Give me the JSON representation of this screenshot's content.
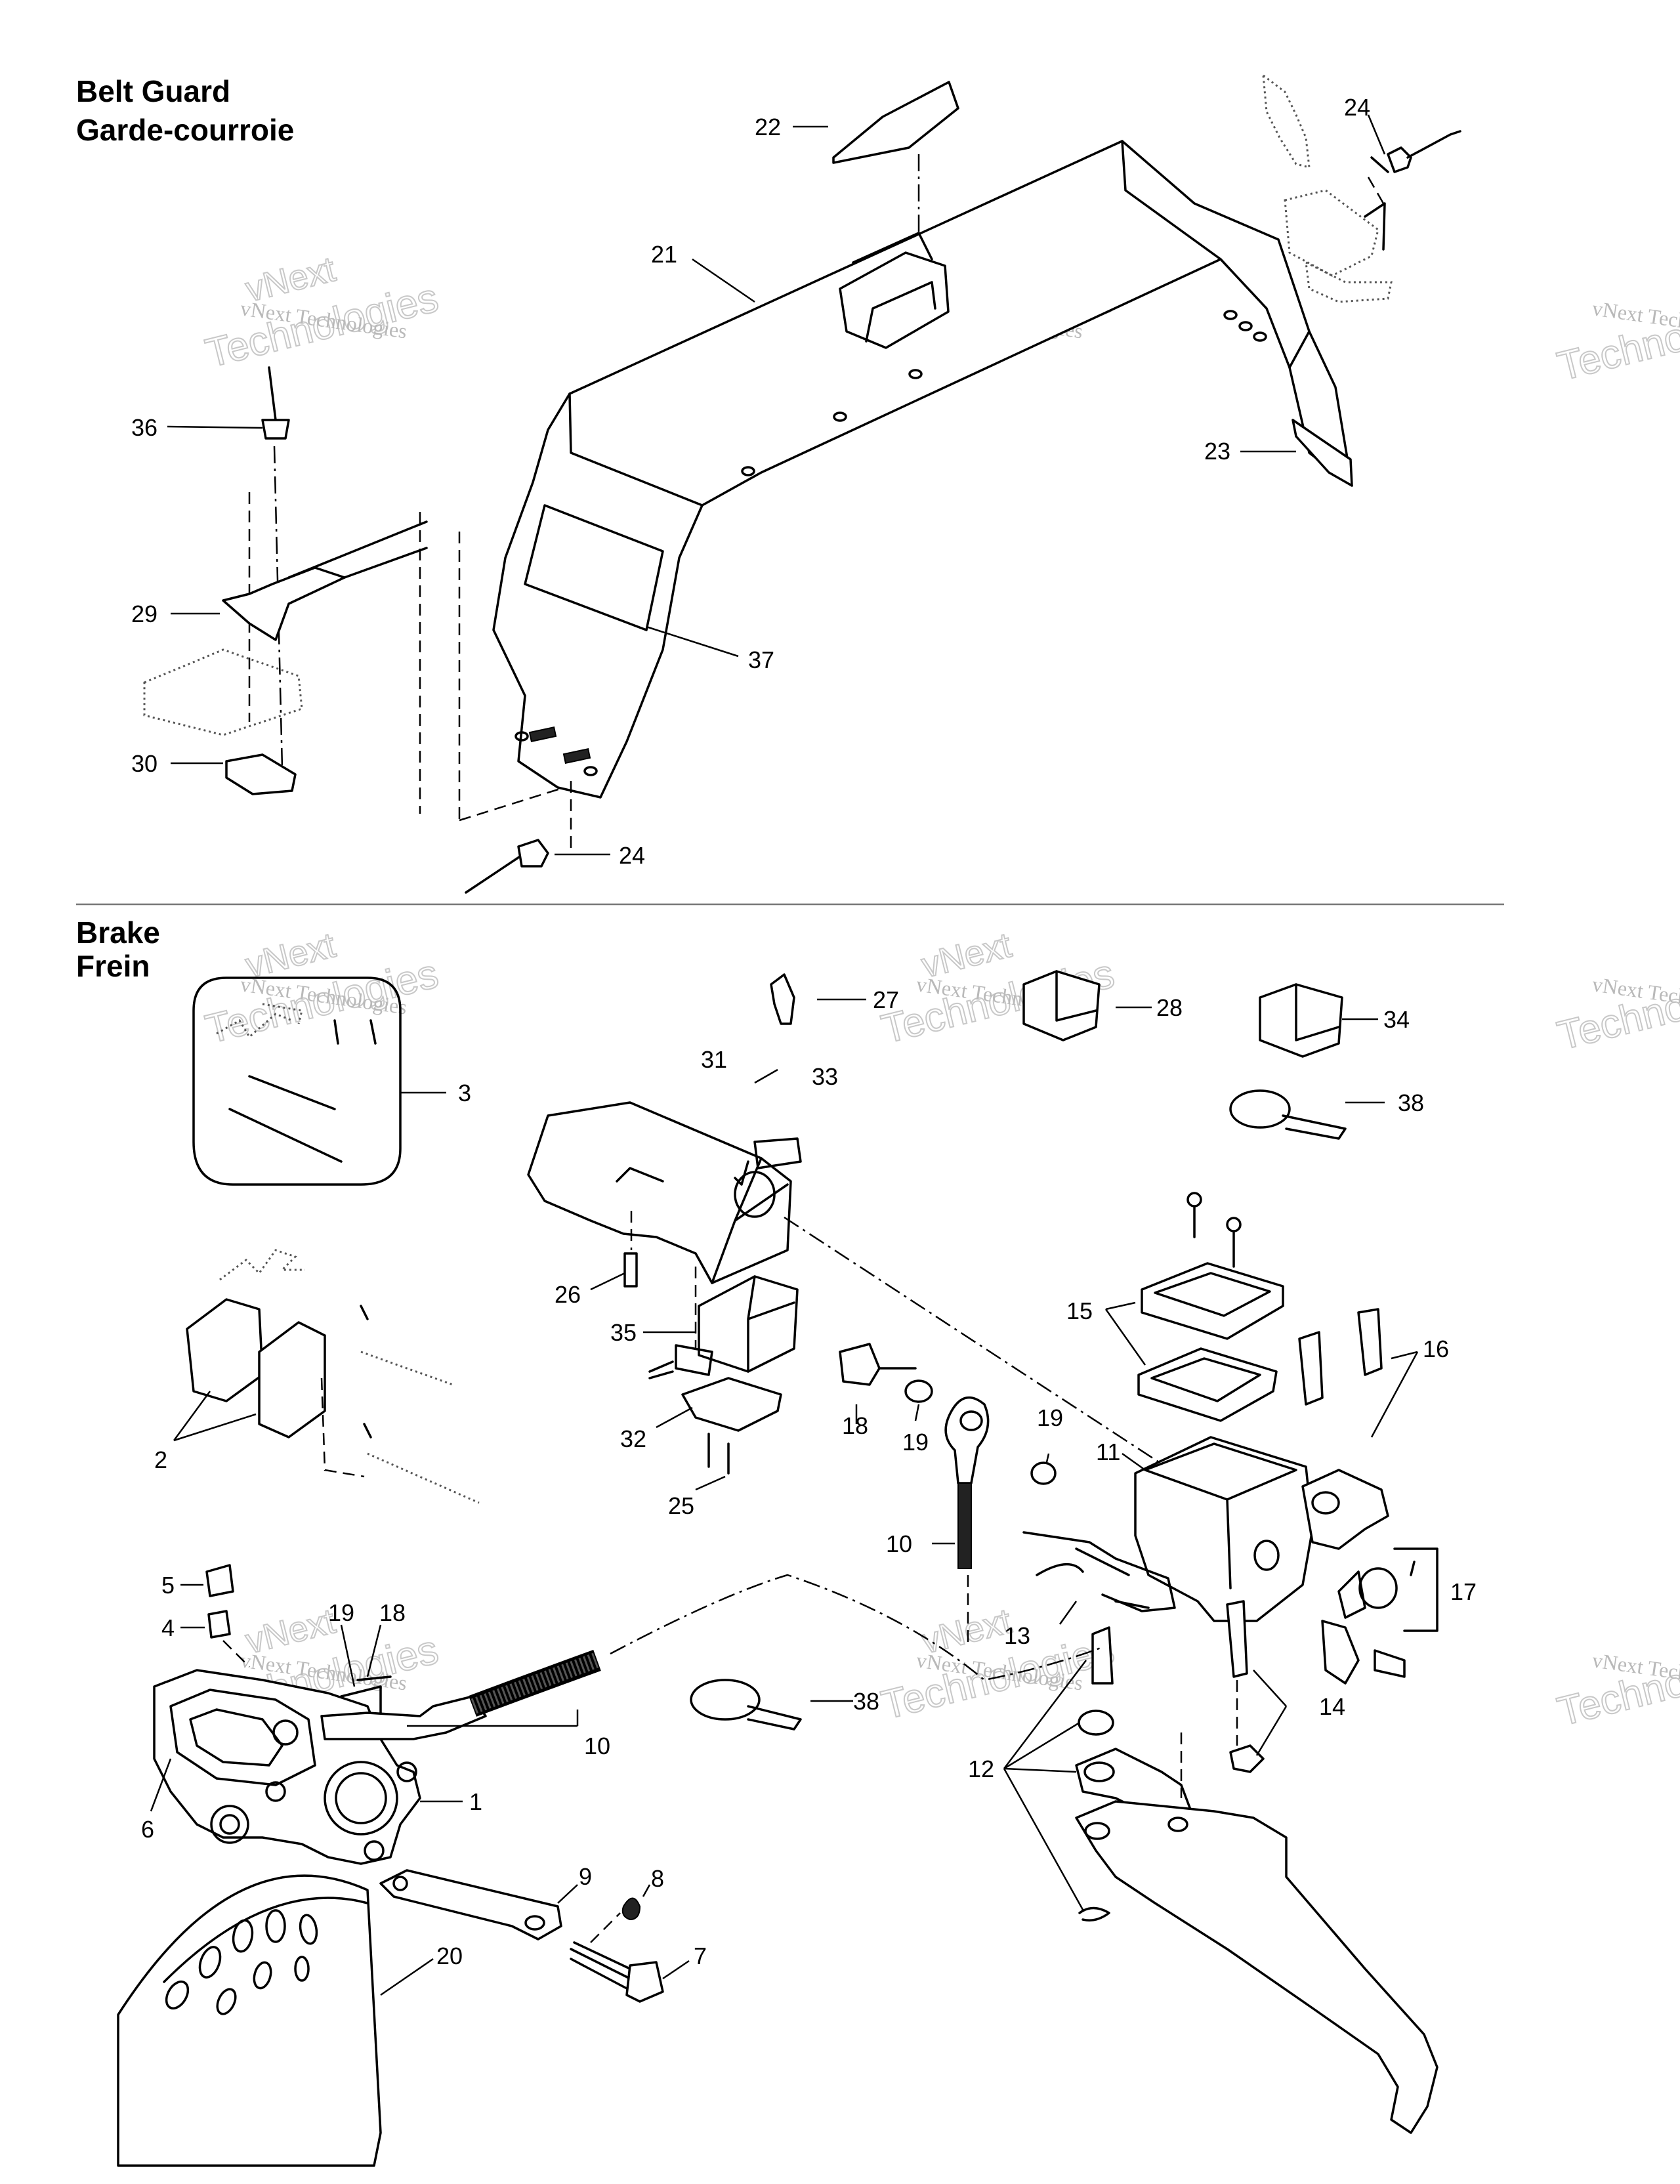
{
  "sections": {
    "belt_guard": {
      "title_en": "Belt Guard",
      "title_fr": "Garde-courroie"
    },
    "brake": {
      "title_en": "Brake",
      "title_fr": "Frein"
    }
  },
  "watermark": {
    "line1": "vNext Technologies",
    "line2": "Technologies",
    "line3": "vNext"
  },
  "callouts": {
    "c22": "22",
    "c24a": "24",
    "c21": "21",
    "c36": "36",
    "c23": "23",
    "c29": "29",
    "c37": "37",
    "c30": "30",
    "c24b": "24",
    "c27": "27",
    "c28": "28",
    "c34": "34",
    "c3": "3",
    "c31": "31",
    "c33": "33",
    "c38a": "38",
    "c26": "26",
    "c35": "35",
    "c15": "15",
    "c16": "16",
    "c18a": "18",
    "c19a": "19",
    "c19b": "19",
    "c2": "2",
    "c32": "32",
    "c11": "11",
    "c25": "25",
    "c10a": "10",
    "c5": "5",
    "c17": "17",
    "c19c": "19",
    "c18b": "18",
    "c4": "4",
    "c13": "13",
    "c14": "14",
    "c38b": "38",
    "c10b": "10",
    "c12": "12",
    "c1": "1",
    "c6": "6",
    "c9": "9",
    "c8": "8",
    "c7": "7",
    "c20": "20"
  }
}
